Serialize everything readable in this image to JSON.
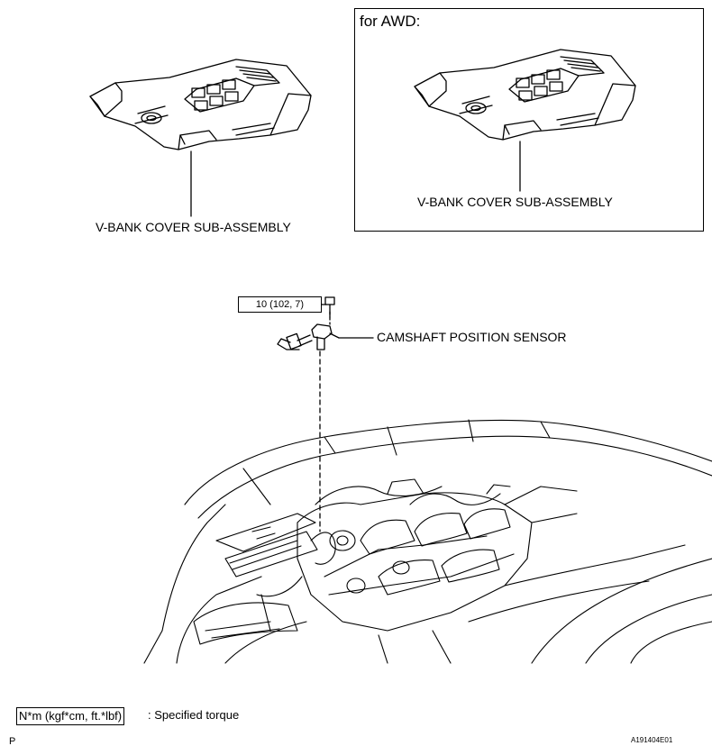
{
  "cover_left": {
    "label": "V-BANK COVER SUB-ASSEMBLY"
  },
  "cover_awd": {
    "heading": "for AWD:",
    "label": "V-BANK COVER SUB-ASSEMBLY"
  },
  "sensor": {
    "label": "CAMSHAFT POSITION SENSOR",
    "torque": "10 (102, 7)"
  },
  "legend": {
    "unit": "N*m (kgf*cm, ft.*lbf)",
    "description": ": Specified torque"
  },
  "footer": {
    "page_marker": "P",
    "figure_id": "A191404E01"
  }
}
